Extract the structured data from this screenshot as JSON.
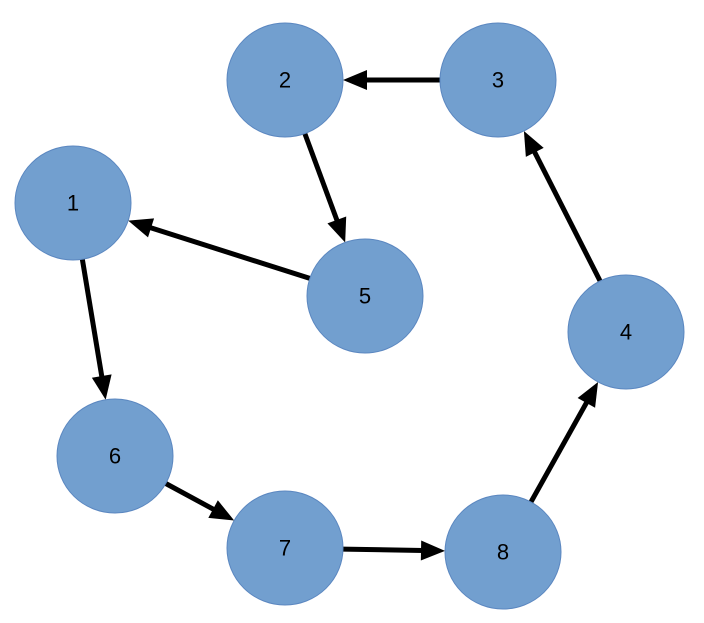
{
  "diagram": {
    "node_color": "#729fcf",
    "edge_color": "#000000",
    "nodes": [
      {
        "id": "1",
        "label": "1"
      },
      {
        "id": "2",
        "label": "2"
      },
      {
        "id": "3",
        "label": "3"
      },
      {
        "id": "4",
        "label": "4"
      },
      {
        "id": "5",
        "label": "5"
      },
      {
        "id": "6",
        "label": "6"
      },
      {
        "id": "7",
        "label": "7"
      },
      {
        "id": "8",
        "label": "8"
      }
    ],
    "edges": [
      {
        "from": "3",
        "to": "2"
      },
      {
        "from": "2",
        "to": "5"
      },
      {
        "from": "5",
        "to": "1"
      },
      {
        "from": "1",
        "to": "6"
      },
      {
        "from": "6",
        "to": "7"
      },
      {
        "from": "7",
        "to": "8"
      },
      {
        "from": "8",
        "to": "4"
      },
      {
        "from": "4",
        "to": "3"
      }
    ]
  }
}
